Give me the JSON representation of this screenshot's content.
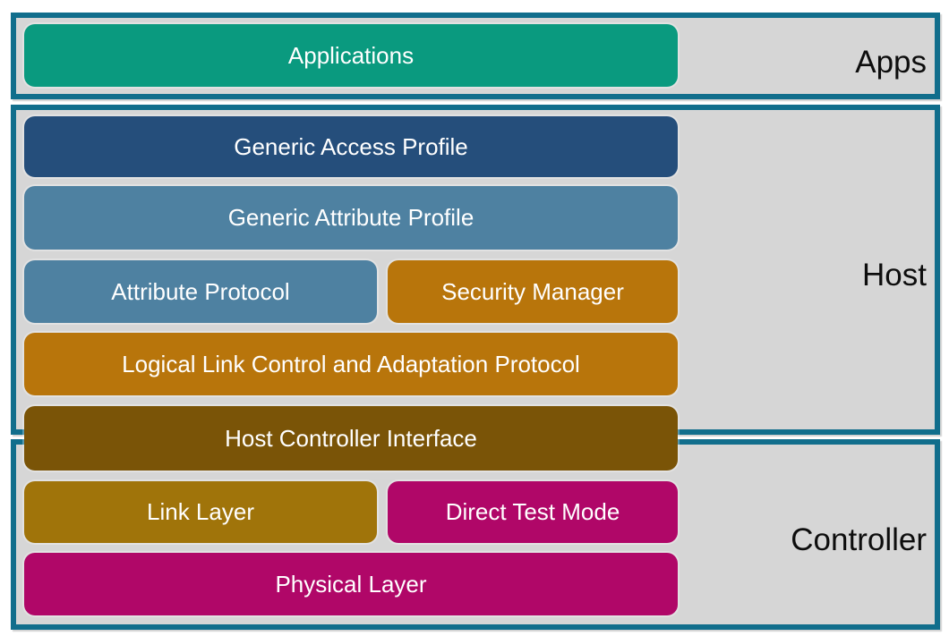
{
  "sections": [
    {
      "id": "apps",
      "label": "Apps"
    },
    {
      "id": "host",
      "label": "Host"
    },
    {
      "id": "controller",
      "label": "Controller"
    }
  ],
  "blocks": [
    {
      "id": "applications",
      "label": "Applications",
      "section": "apps",
      "color": "#0A9A7F"
    },
    {
      "id": "gap",
      "label": "Generic Access Profile",
      "section": "host",
      "color": "#254E7B"
    },
    {
      "id": "gatt",
      "label": "Generic Attribute Profile",
      "section": "host",
      "color": "#4E81A1"
    },
    {
      "id": "att",
      "label": "Attribute Protocol",
      "section": "host",
      "color": "#4E81A1"
    },
    {
      "id": "smp",
      "label": "Security Manager",
      "section": "host",
      "color": "#B8750B"
    },
    {
      "id": "l2cap",
      "label": "Logical Link Control and Adaptation Protocol",
      "section": "host",
      "color": "#B8750B"
    },
    {
      "id": "hci",
      "label": "Host Controller Interface",
      "section": "host-controller-boundary",
      "color": "#7A5407"
    },
    {
      "id": "ll",
      "label": "Link Layer",
      "section": "controller",
      "color": "#A0740A"
    },
    {
      "id": "dtm",
      "label": "Direct Test Mode",
      "section": "controller",
      "color": "#B00768"
    },
    {
      "id": "phy",
      "label": "Physical Layer",
      "section": "controller",
      "color": "#B00768"
    }
  ],
  "colors": {
    "frame_border": "#116E8C",
    "frame_fill": "#D6D6D6",
    "block_text": "#FFFFFF",
    "section_label_text": "#0D0D0D",
    "page_background": "#FFFFFF"
  }
}
